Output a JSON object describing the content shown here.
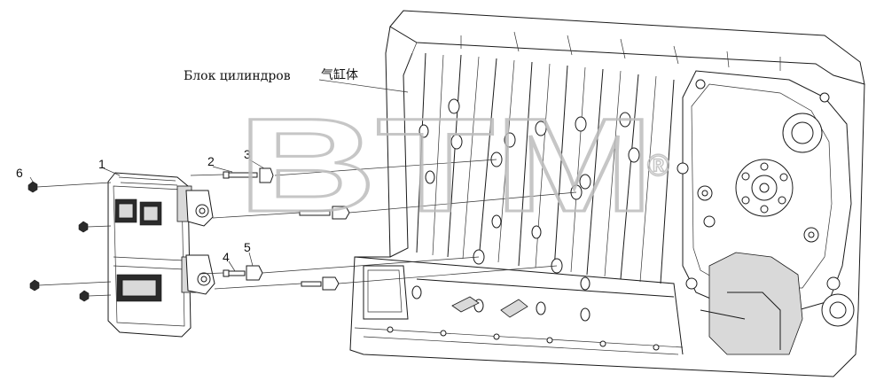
{
  "labels": {
    "block_ru": "Блок цилиндров",
    "block_cn": "气缸体"
  },
  "callouts": [
    "1",
    "2",
    "3",
    "4",
    "5",
    "6"
  ],
  "watermark": {
    "text": "BTM",
    "mark": "®",
    "color": "#c8c8c8"
  }
}
